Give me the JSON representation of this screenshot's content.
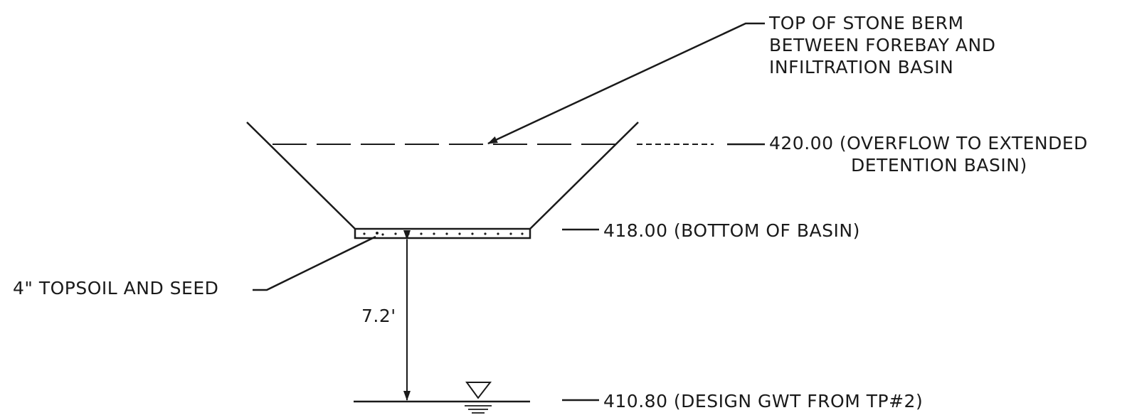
{
  "labels": {
    "berm": [
      "TOP OF STONE BERM",
      "BETWEEN FOREBAY AND",
      "INFILTRATION BASIN"
    ],
    "overflow": [
      "420.00 (OVERFLOW TO EXTENDED",
      "DETENTION BASIN)"
    ],
    "bottom": "418.00 (BOTTOM OF BASIN)",
    "topsoil": "4\" TOPSOIL AND SEED",
    "depth": "7.2'",
    "gwt": "410.80 (DESIGN GWT FROM TP#2)"
  },
  "colors": {
    "line": "#1a1a1a",
    "background": "#ffffff"
  }
}
